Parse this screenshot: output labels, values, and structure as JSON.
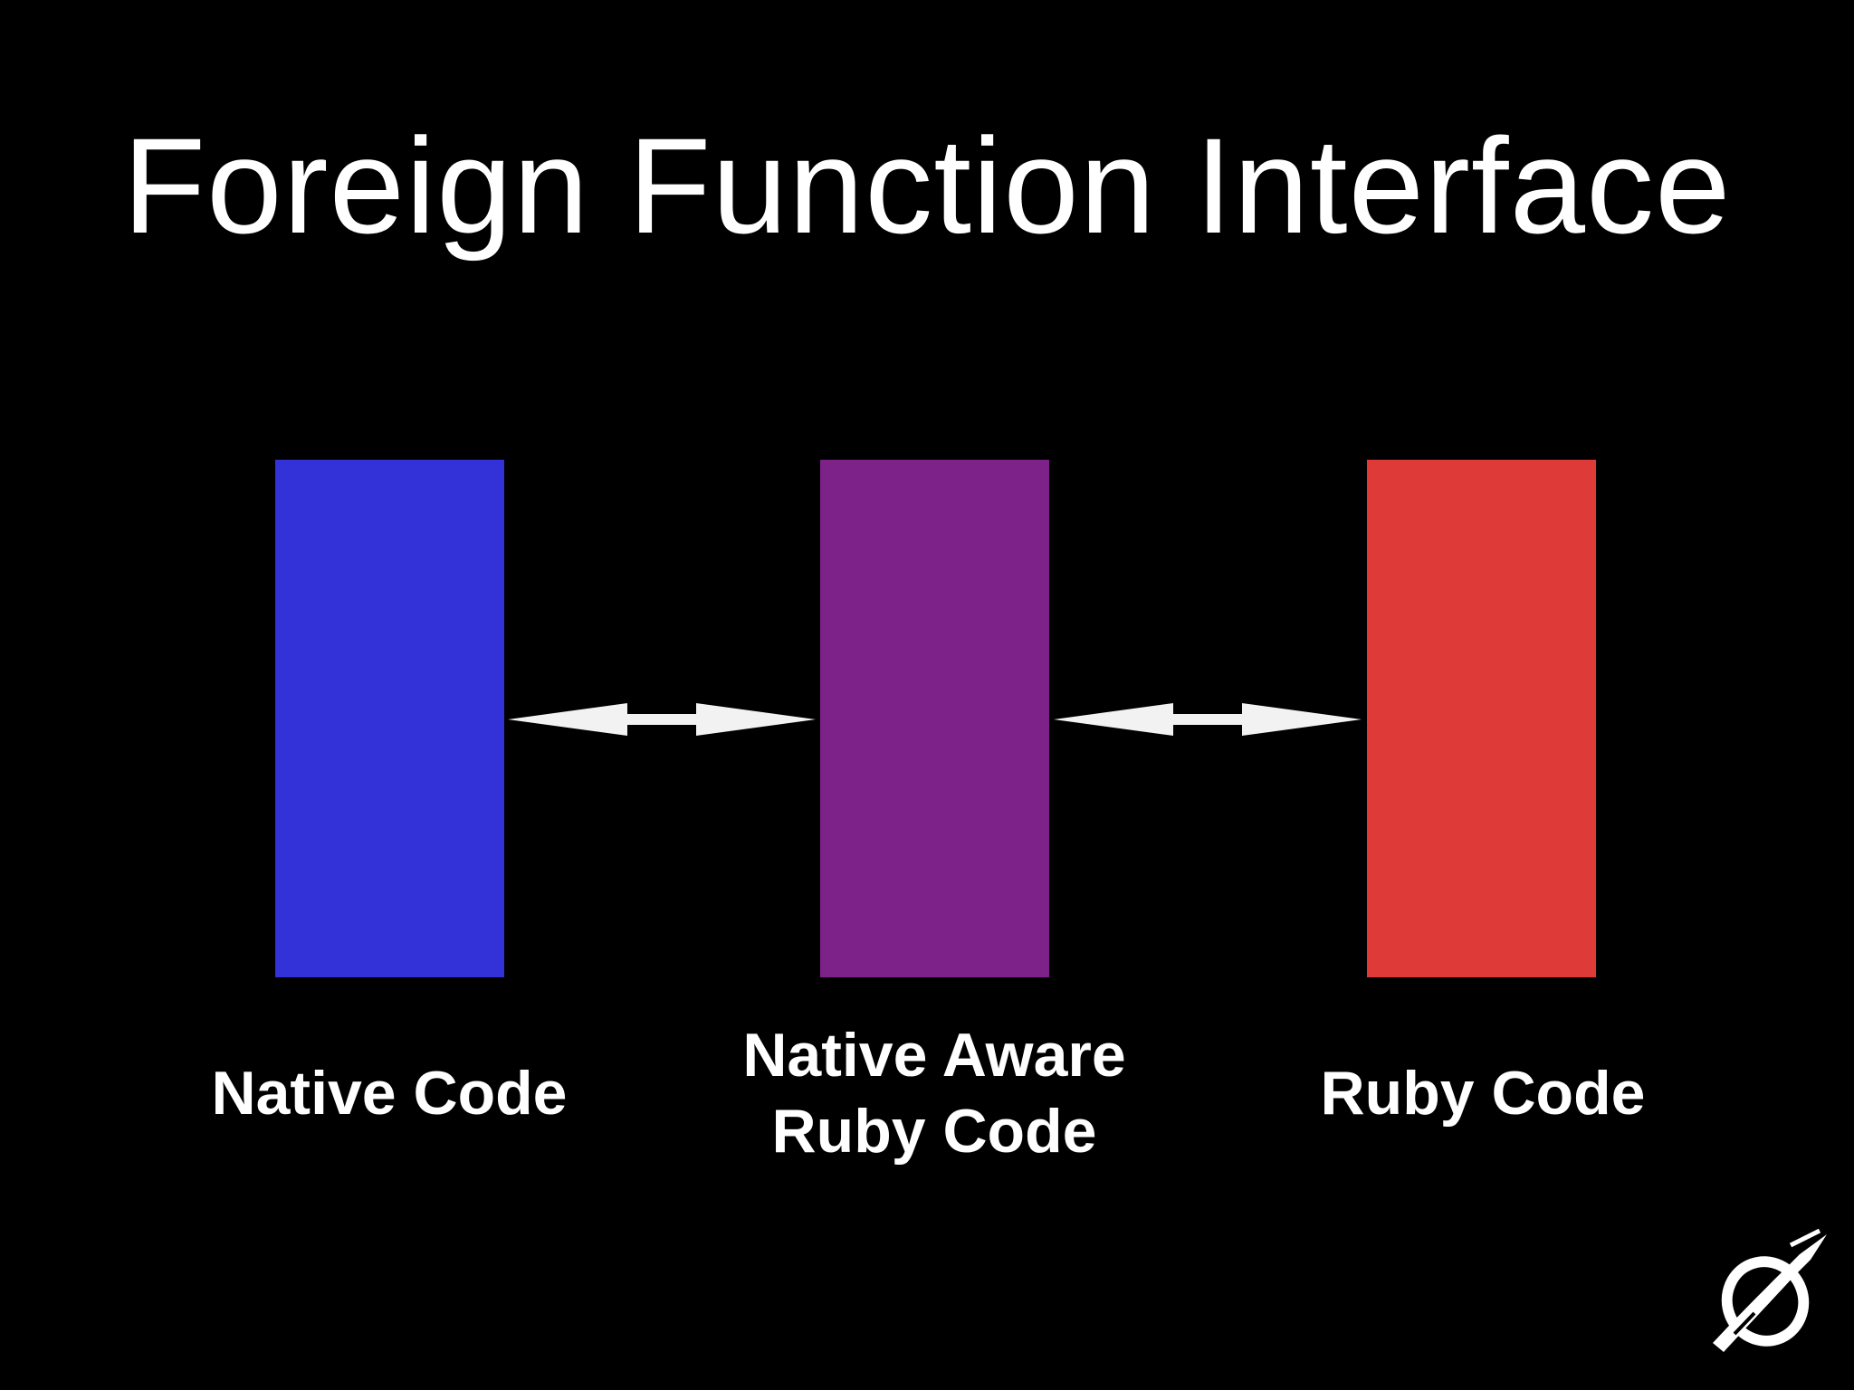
{
  "slide": {
    "title": "Foreign Function Interface"
  },
  "blocks": [
    {
      "id": "native",
      "label_lines": [
        "Native Code"
      ],
      "color": "#3232D8"
    },
    {
      "id": "aware",
      "label_lines": [
        "Native Aware",
        "Ruby Code"
      ],
      "color": "#7D2288"
    },
    {
      "id": "ruby",
      "label_lines": [
        "Ruby Code"
      ],
      "color": "#DD3A38"
    }
  ],
  "connectors": [
    {
      "from": "Native Code",
      "to": "Native Aware Ruby Code",
      "direction": "bidirectional"
    },
    {
      "from": "Native Aware Ruby Code",
      "to": "Ruby Code",
      "direction": "bidirectional"
    }
  ],
  "logo": {
    "icon": "brush-stroke-logo-icon"
  },
  "colors": {
    "background": "#000000",
    "text": "#FFFFFF",
    "arrow": "#F2F2F2"
  }
}
